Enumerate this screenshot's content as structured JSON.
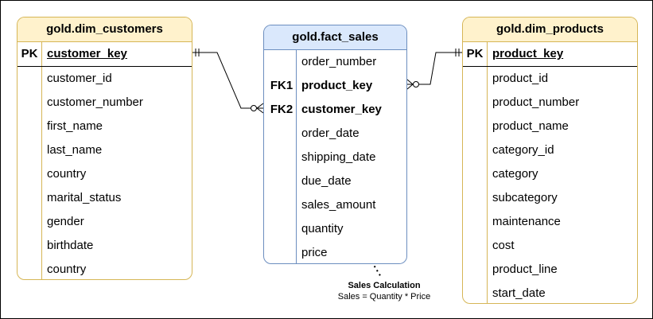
{
  "tables": {
    "customers": {
      "title": "gold.dim_customers",
      "rows": [
        {
          "key": "PK",
          "name": "customer_key"
        },
        {
          "key": "",
          "name": "customer_id"
        },
        {
          "key": "",
          "name": "customer_number"
        },
        {
          "key": "",
          "name": "first_name"
        },
        {
          "key": "",
          "name": "last_name"
        },
        {
          "key": "",
          "name": "country"
        },
        {
          "key": "",
          "name": "marital_status"
        },
        {
          "key": "",
          "name": "gender"
        },
        {
          "key": "",
          "name": "birthdate"
        },
        {
          "key": "",
          "name": "country"
        }
      ]
    },
    "sales": {
      "title": "gold.fact_sales",
      "rows": [
        {
          "key": "",
          "name": "order_number"
        },
        {
          "key": "FK1",
          "name": "product_key"
        },
        {
          "key": "FK2",
          "name": "customer_key"
        },
        {
          "key": "",
          "name": "order_date"
        },
        {
          "key": "",
          "name": "shipping_date"
        },
        {
          "key": "",
          "name": "due_date"
        },
        {
          "key": "",
          "name": "sales_amount"
        },
        {
          "key": "",
          "name": "quantity"
        },
        {
          "key": "",
          "name": "price"
        }
      ]
    },
    "products": {
      "title": "gold.dim_products",
      "rows": [
        {
          "key": "PK",
          "name": "product_key"
        },
        {
          "key": "",
          "name": "product_id"
        },
        {
          "key": "",
          "name": "product_number"
        },
        {
          "key": "",
          "name": "product_name"
        },
        {
          "key": "",
          "name": "category_id"
        },
        {
          "key": "",
          "name": "category"
        },
        {
          "key": "",
          "name": "subcategory"
        },
        {
          "key": "",
          "name": "maintenance"
        },
        {
          "key": "",
          "name": "cost"
        },
        {
          "key": "",
          "name": "product_line"
        },
        {
          "key": "",
          "name": "start_date"
        }
      ]
    }
  },
  "note": {
    "title": "Sales Calculation",
    "formula": "Sales = Quantity * Price"
  },
  "colors": {
    "dim_fill": "#fff2cc",
    "dim_border": "#d6b656",
    "fact_fill": "#dae8fc",
    "fact_border": "#6c8ebf"
  },
  "relationships": [
    {
      "from": "gold.dim_customers.customer_key",
      "to": "gold.fact_sales.customer_key",
      "cardinality": "one-to-zero-or-many"
    },
    {
      "from": "gold.dim_products.product_key",
      "to": "gold.fact_sales.product_key",
      "cardinality": "one-to-zero-or-many"
    }
  ]
}
